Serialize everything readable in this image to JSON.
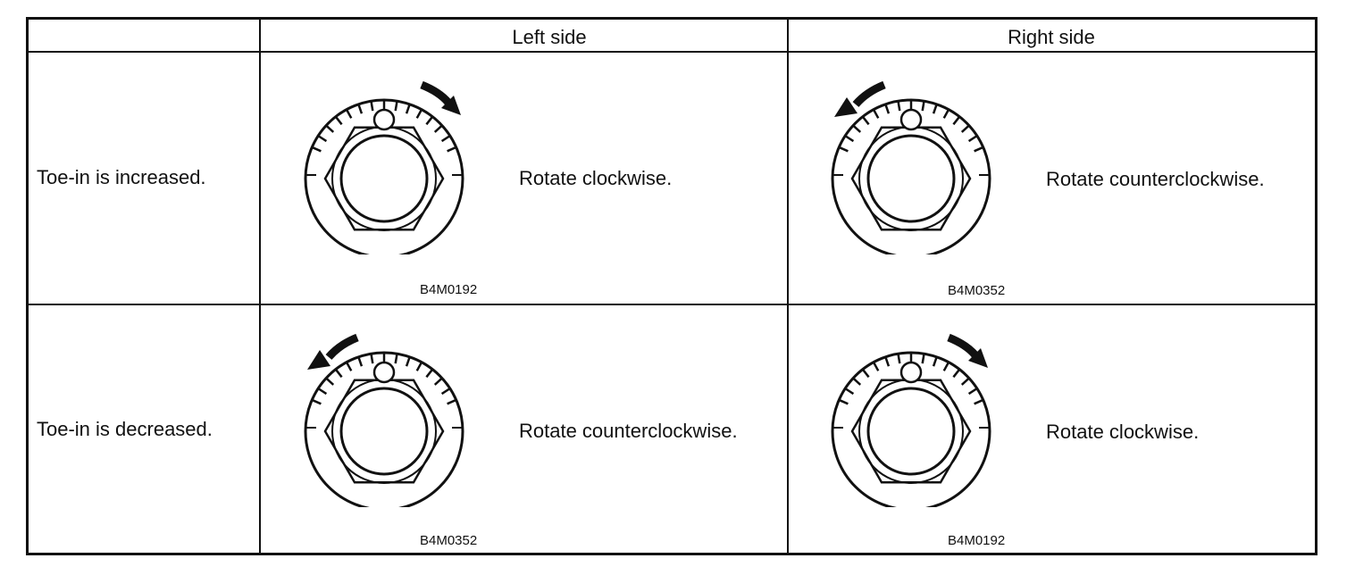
{
  "header": {
    "corner": "",
    "left_side": "Left side",
    "right_side": "Right side"
  },
  "rows": [
    {
      "label": "Toe-in is increased.",
      "left": {
        "instruction": "Rotate clockwise.",
        "figure_code": "B4M0192",
        "rotation": "clockwise"
      },
      "right": {
        "instruction": "Rotate counterclockwise.",
        "figure_code": "B4M0352",
        "rotation": "counterclockwise"
      }
    },
    {
      "label": "Toe-in is decreased.",
      "left": {
        "instruction": "Rotate counterclockwise.",
        "figure_code": "B4M0352",
        "rotation": "counterclockwise"
      },
      "right": {
        "instruction": "Rotate clockwise.",
        "figure_code": "B4M0192",
        "rotation": "clockwise"
      }
    }
  ]
}
